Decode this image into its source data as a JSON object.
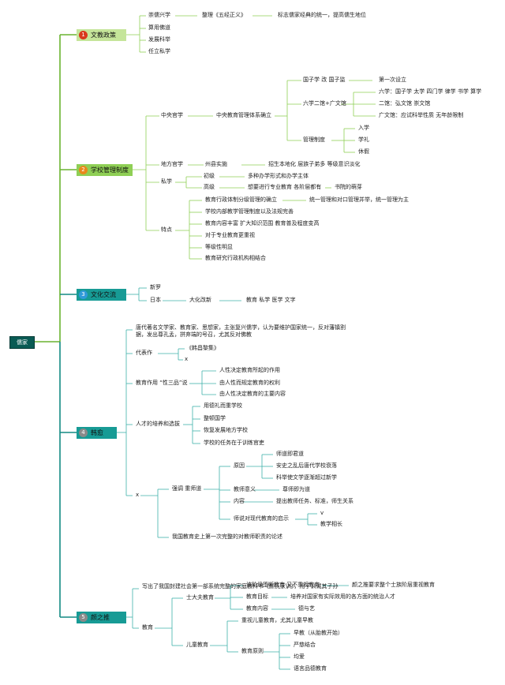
{
  "colors": {
    "root": "#0a5b54",
    "green": "#c5e59a",
    "teal": "#179b95",
    "line_green": "#6ab430",
    "line_teal": "#138a84"
  },
  "root": "儒家",
  "branch1": {
    "num": "1",
    "title": "文教政策",
    "items": [
      "崇儒兴学",
      "整理《五经正义》",
      "标志儒家经典的统一，提高儒生地位",
      "算用佛道",
      "发展科举",
      "任立私学"
    ]
  },
  "branch2": {
    "num": "2",
    "title": "学校管理制度",
    "central": "中央官学",
    "central_sub": "中央教育管理体系确立",
    "guozixue": "国子学 改 国子监",
    "guozixue_sub": "第一次设立",
    "liuxue": "六学二馆+广文馆",
    "liuxue_items": [
      "六学：国子学 太学 四门学 律学 书学 算学",
      "二馆：弘文馆 崇文馆",
      "广文馆：应试科举性质 无年龄限制"
    ],
    "guanli": "管理制度",
    "guanli_items": [
      "入学",
      "学礼",
      "休假"
    ],
    "local": "地方官学",
    "local_sub": "州县实施",
    "local_sub2": "招生本地化 层族子弟多 等级意识淡化",
    "private": "私学",
    "private_items": [
      "初级",
      "多种办学形式和办学主体",
      "高级",
      "想要进行专业教育 各阶层都有",
      "书院的萌芽"
    ],
    "features": "特点",
    "feature_items": [
      "教育行政体制分级管理的确立",
      "统一管理和对口管理并举，统一管理为主",
      "学校内部教学管理制度以及法规完善",
      "教育内容丰富 扩大知识范围 教育普及程度变高",
      "对于专业教育更重视",
      "等级性明显",
      "教育研究行政机构相结合"
    ]
  },
  "branch3": {
    "num": "3",
    "title": "文化交流",
    "items": [
      "新罗",
      "日本",
      "大化改新",
      "教育 私学 医学 文字"
    ]
  },
  "branch4": {
    "num": "4",
    "title": "韩愈",
    "intro": "唐代著名文学家、教育家、思想家，主张复兴儒学，认为要维护国家统一，反对藩镇割据，发出尊孔孟，拼弃端的号召，尤其反对佛教",
    "works": "代表作",
    "works_items": [
      "《韩昌黎集》",
      "x"
    ],
    "role": "教育作用 “性三品”说",
    "role_items": [
      "人性决定教育所起的作用",
      "由人性而规定教育的权利",
      "由人性决定教育的主要内容"
    ],
    "talent": "人才的培养和选拔",
    "talent_items": [
      "用德礼而重学校",
      "整顿国学",
      "恢复发展地方学校",
      "学校的任务在于训练官吏"
    ],
    "x_label": "x",
    "teacher": "强调 重师道",
    "reason": "原因",
    "reason_items": [
      "师道即君道",
      "安史之乱后唐代学校衰落",
      "科举使文学逐渐超过新学"
    ],
    "meaning": "教师意义",
    "meaning_sub": "尊师即为道",
    "content": "内容",
    "content_sub": "提出教师任务、标准，师生关系",
    "inspire": "师说对现代教育的启示",
    "inspire_items": [
      "v",
      "教学相长"
    ],
    "summary": "我国教育史上第一次完整的对教师职责的论述"
  },
  "branch5": {
    "num": "5",
    "title": "颜之推",
    "intro": "写出了我国封建社会第一部系统完整的家庭教科书《颜氏家训》，用于训诫其子孙",
    "edu": "教育",
    "scholar": "士大夫教育",
    "scholar_items": [
      "该阶级堕断教育 又不重视教育",
      "颜之推要求整个士族阶层重视教育",
      "教育目标",
      "培养对国家有实际效用的各方面的统治人才",
      "教育内容",
      "德与艺"
    ],
    "child": "儿童教育",
    "child_items": [
      "重视儿童教育，尤其儿童早教",
      "教育原则"
    ],
    "principle_items": [
      "早教（从胎教开始）",
      "严慈结合",
      "均爱",
      "语言品德教育"
    ]
  }
}
